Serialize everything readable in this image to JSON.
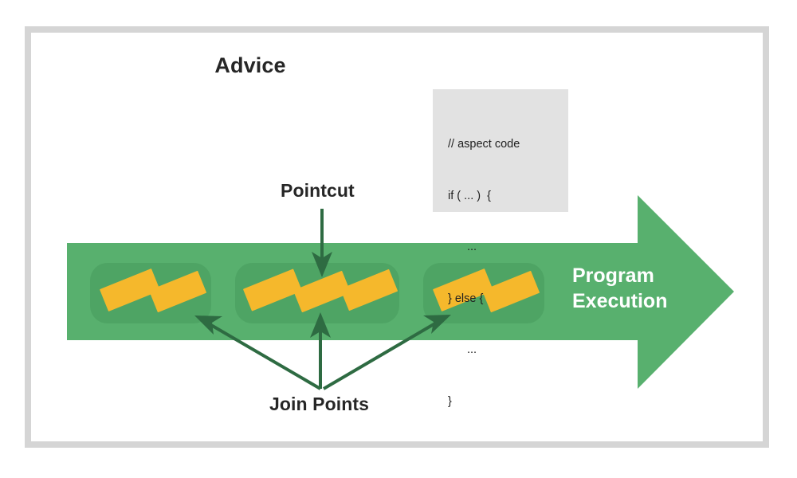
{
  "diagram": {
    "title_advice": "Advice",
    "labels": {
      "pointcut": "Pointcut",
      "join_points": "Join Points",
      "program_execution_line1": "Program",
      "program_execution_line2": "Execution"
    },
    "advice_code": {
      "line1": "// aspect code",
      "line2": "if ( ... )  {",
      "line3": "...",
      "line4": "} else {",
      "line5": "...",
      "line6": "}"
    },
    "colors": {
      "arrow_green": "#58b06e",
      "group_green": "#4ea464",
      "join_point_yellow": "#f5b82c",
      "annotation_dark_green": "#2e6b42",
      "frame_gray": "#d5d5d5",
      "code_box_gray": "#e2e2e2",
      "text_dark": "#262626",
      "text_white": "#ffffff"
    },
    "join_point_groups": [
      {
        "name": "group-1",
        "count": 2
      },
      {
        "name": "group-2",
        "count": 3
      },
      {
        "name": "group-3",
        "count": 2
      }
    ]
  }
}
